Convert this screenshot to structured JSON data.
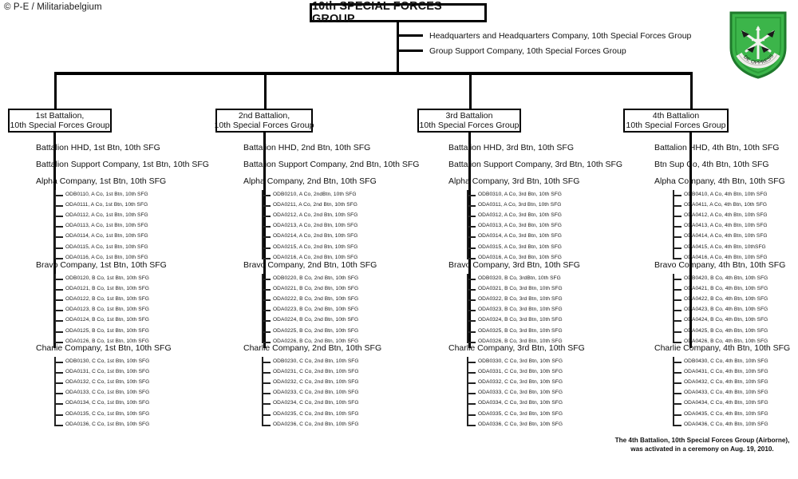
{
  "credit": "© P-E / Militariabelgium",
  "title": "10th SPECIAL FORCES GROUP",
  "group_staff": [
    "Headquarters and Headquarters Company, 10th Special Forces Group",
    "Group Support Company, 10th Special Forces Group"
  ],
  "insignia": {
    "name": "10th-special-forces-group-patch",
    "shield_color": "#3cb54a",
    "border_color": "#1f7a2c",
    "motto": "DE OPPRESSO LIBER"
  },
  "footnote": "The 4th Battalion, 10th Special Forces Group (Airborne), was activated in a ceremony on Aug. 19, 2010.",
  "battalions": [
    {
      "box_line1": "1st Battalion,",
      "box_line2": "10th Special Forces Group",
      "units": [
        {
          "label": "Battalion HHD, 1st Btn, 10th SFG",
          "teams": []
        },
        {
          "label": "Battalion  Support Company, 1st Btn, 10th SFG",
          "teams": []
        },
        {
          "label": "Alpha Company, 1st Btn, 10th SFG",
          "teams": [
            "ODB0110, A Co, 1st Btn,  10th SFG",
            "ODA0111, A Co, 1st Btn,  10th SFG",
            "ODA0112, A Co, 1st Btn,  10th SFG",
            "ODA0113, A Co, 1st Btn,  10th SFG",
            "ODA0114, A Co, 1st Btn,  10th SFG",
            "ODA0115, A Co, 1st Btn,  10th SFG",
            "ODA0116, A Co, 1st Btn,  10th SFG"
          ]
        },
        {
          "label": "Bravo Company, 1st Btn, 10th SFG",
          "teams": [
            "ODB0120, B Co, 1st Btn,  10th SFG",
            "ODA0121, B Co, 1st Btn,  10th SFG",
            "ODA0122, B Co, 1st Btn,  10th SFG",
            "ODA0123, B Co, 1st Btn,  10th SFG",
            "ODA0124, B Co, 1st Btn,  10th SFG",
            "ODA0125, B Co, 1st Btn,  10th SFG",
            "ODA0126, B Co, 1st Btn,  10th SFG"
          ]
        },
        {
          "label": "Charlie Company, 1st Btn, 10th SFG",
          "teams": [
            "ODB0130, C Co, 1st Btn,  10th SFG",
            "ODA0131, C Co, 1st Btn,  10th SFG",
            "ODA0132, C Co, 1st Btn,  10th SFG",
            "ODA0133, C Co, 1st Btn,  10th SFG",
            "ODA0134, C Co, 1st Btn,  10th SFG",
            "ODA0135, C Co, 1st Btn,  10th SFG",
            "ODA0136, C Co, 1st Btn,  10th SFG"
          ]
        }
      ]
    },
    {
      "box_line1": "2nd Battalion,",
      "box_line2": "10th Special Forces Group",
      "units": [
        {
          "label": "Battalion HHD,  2nd Btn, 10th SFG",
          "teams": []
        },
        {
          "label": "Battalion  Support Company, 2nd Btn, 10th SFG",
          "teams": []
        },
        {
          "label": "Alpha Company, 2nd Btn, 10th SFG",
          "teams": [
            "ODB0210, A Co, 2ndBtn,  10th SFG",
            "ODA0211, A Co, 2nd Btn,  10th SFG",
            "ODA0212, A Co, 2nd Btn,  10th SFG",
            "ODA0213, A Co, 2nd Btn,  10th SFG",
            "ODA0214, A Co, 2nd Btn,  10th SFG",
            "ODA0215, A Co, 2nd Btn,  10th SFG",
            "ODA0216, A Co, 2nd Btn,  10th SFG"
          ]
        },
        {
          "label": "Bravo Company, 2nd Btn, 10th SFG",
          "teams": [
            "ODB0220, B Co, 2nd Btn,  10th SFG",
            "ODA0221, B Co, 2nd Btn,  10th SFG",
            "ODA0222, B Co, 2nd Btn,  10th SFG",
            "ODA0223, B Co, 2nd Btn,  10th SFG",
            "ODA0224, B Co, 2nd Btn,  10th SFG",
            "ODA0225, B Co, 2nd Btn,  10th SFG",
            "ODA0226, B Co, 2nd Btn,  10th SFG"
          ]
        },
        {
          "label": "Charlie Company, 2nd Btn, 10th SFG",
          "teams": [
            "ODB0230, C Co, 2nd Btn,  10th SFG",
            "ODA0231, C Co, 2nd Btn,  10th SFG",
            "ODA0232, C Co, 2nd Btn,  10th SFG",
            "ODA0233, C Co, 2nd Btn,  10th SFG",
            "ODA0234, C Co, 2nd Btn,  10th SFG",
            "ODA0235, C Co, 2nd Btn,  10th SFG",
            "ODA0236, C Co, 2nd Btn,  10th SFG"
          ]
        }
      ]
    },
    {
      "box_line1": "3rd Battalion",
      "box_line2": "10th Special Forces Group",
      "units": [
        {
          "label": "Battalion HHD, 3rd Btn, 10th SFG",
          "teams": []
        },
        {
          "label": "Battalion  Support Company, 3rd Btn, 10th SFG",
          "teams": []
        },
        {
          "label": "Alpha Company, 3rd Btn, 10th SFG",
          "teams": [
            "ODB0310, A Co, 3rd Btn,  10th SFG",
            "ODA0311, A Co, 3rd Btn,  10th SFG",
            "ODA0312, A Co, 3rd Btn,  10th SFG",
            "ODA0313, A Co, 3rd Btn,  10th SFG",
            "ODA0314, A Co, 3rd Btn,  10th SFG",
            "ODA0315, A Co, 3rd Btn,  10th SFG",
            "ODA0316, A Co, 3rd Btn,  10th SFG"
          ]
        },
        {
          "label": "Bravo Company, 3rd Btn, 10th SFG",
          "teams": [
            "ODB0320, B Co, 3rdBtn,  10th SFG",
            "ODA0321, B Co, 3rd Btn,  10th SFG",
            "ODA0322, B Co, 3rd Btn,  10th SFG",
            "ODA0323, B Co, 3rd Btn,  10th SFG",
            "ODA0324, B Co, 3rd Btn,  10th SFG",
            "ODA0325, B Co, 3rd Btn,  10th SFG",
            "ODA0326, B Co, 3rd Btn,  10th SFG"
          ]
        },
        {
          "label": "Charlie Company, 3rd Btn, 10th SFG",
          "teams": [
            "ODB0330, C Co, 3rd Btn,  10th SFG",
            "ODA0331, C Co, 3rd Btn,  10th SFG",
            "ODA0332, C Co, 3rd Btn,  10th SFG",
            "ODA0333, C Co, 3rd Btn,  10th SFG",
            "ODA0334, C Co, 3rd Btn,  10th SFG",
            "ODA0335, C Co, 3rd Btn,  10th SFG",
            "ODA0336, C Co, 3rd Btn,  10th SFG"
          ]
        }
      ]
    },
    {
      "box_line1": "4th Battalion",
      "box_line2": "10th Special Forces Group",
      "units": [
        {
          "label": "Battalion HHD, 4th Btn, 10th SFG",
          "teams": []
        },
        {
          "label": "Btn  Sup Co, 4th Btn, 10th SFG",
          "teams": []
        },
        {
          "label": "Alpha Company, 4th Btn, 10th SFG",
          "teams": [
            "ODB0410, A Co, 4th Btn,  10th SFG",
            "ODA0411, A Co, 4th Btn,  10th SFG",
            "ODA0412, A Co, 4th Btn,  10th SFG",
            "ODA0413, A Co, 4th Btn,  10th SFG",
            "ODA0414, A Co, 4th Btn,  10th SFG",
            "ODA0415, A Co, 4th Btn,  10thSFG",
            "ODA0416, A Co, 4th Btn,  10th SFG"
          ]
        },
        {
          "label": "Bravo Company, 4th Btn, 10th SFG",
          "teams": [
            "ODB0420, B Co, 4th Btn,  10th SFG",
            "ODA0421, B Co, 4th Btn,  10th SFG",
            "ODA0422, B Co, 4th Btn,  10th SFG",
            "ODA0423, B Co, 4th Btn,  10th SFG",
            "ODA0424, B Co, 4th Btn,  10th SFG",
            "ODA0425, B Co, 4th Btn,  10th SFG",
            "ODA0426, B Co, 4th Btn,  10th SFG"
          ]
        },
        {
          "label": "Charlie Company, 4th Btn, 10th SFG",
          "teams": [
            "ODB0430, C Co, 4th Btn,  10th SFG",
            "ODA0431, C Co, 4th Btn,  10th SFG",
            "ODA0432, C Co, 4th Btn,  10th SFG",
            "ODA0433, C Co, 4th Btn,  10th SFG",
            "ODA0434, C Co, 4th Btn,  10th SFG",
            "ODA0435, C Co, 4th Btn,  10th SFG",
            "ODA0436, C Co, 4th Btn,  10th SFG"
          ]
        }
      ]
    }
  ]
}
